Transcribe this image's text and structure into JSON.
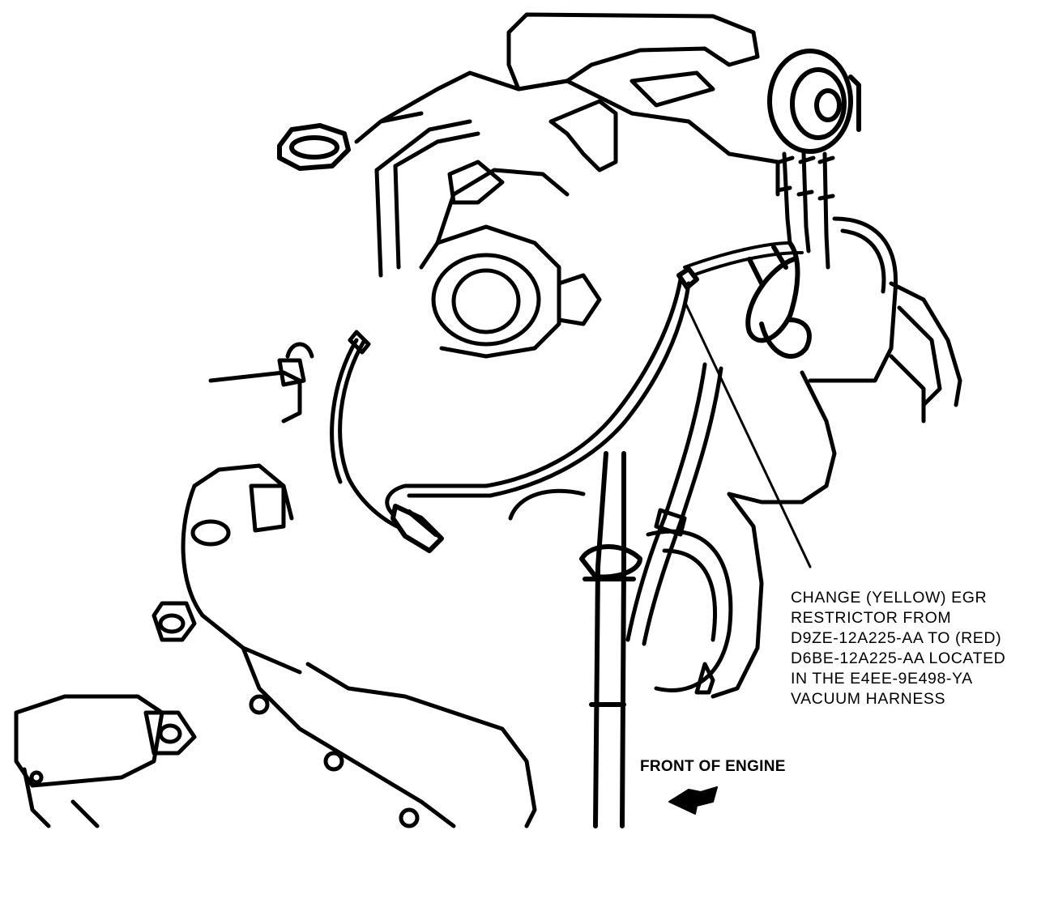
{
  "callout": {
    "lines": [
      "CHANGE (YELLOW) EGR",
      "RESTRICTOR FROM",
      "D9ZE-12A225-AA TO (RED)",
      "D6BE-12A225-AA LOCATED",
      "IN THE E4EE-9E498-YA",
      "VACUUM HARNESS"
    ]
  },
  "front_of_engine": "FRONT OF ENGINE",
  "colors": {
    "ink": "#000000",
    "paper": "#ffffff"
  }
}
